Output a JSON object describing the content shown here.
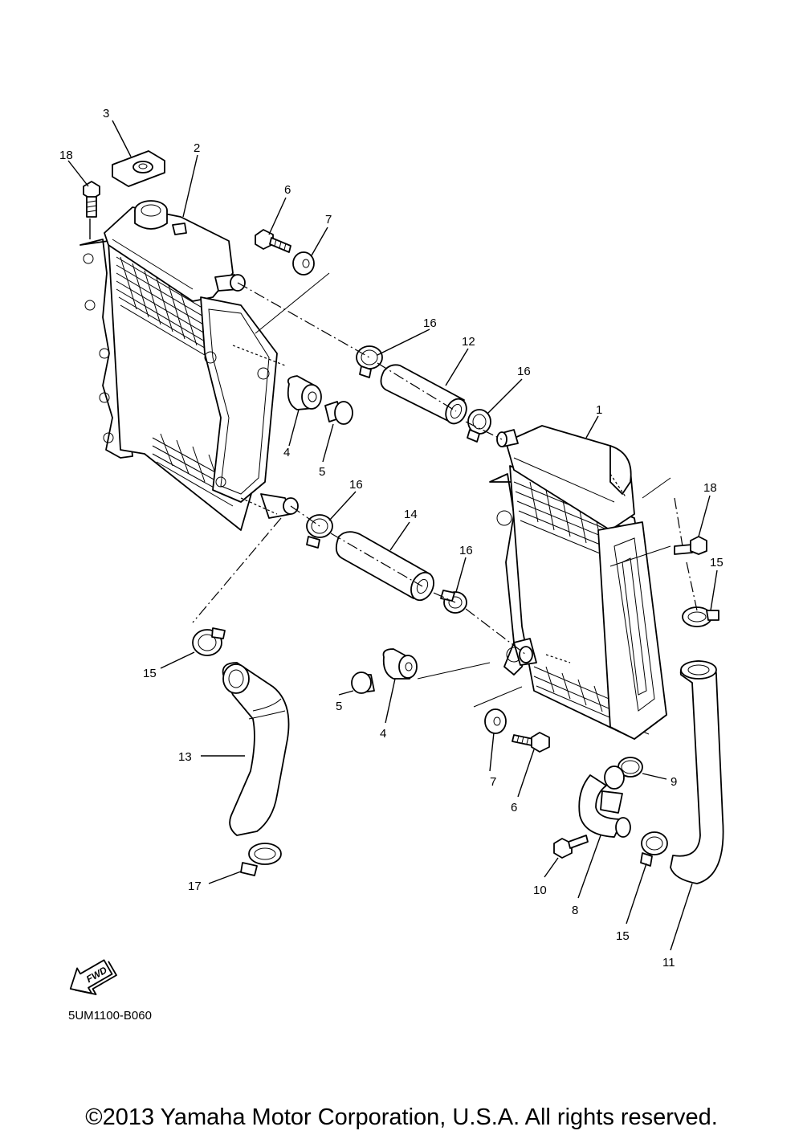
{
  "diagram": {
    "code": "5UM1100-B060",
    "direction_badge": "FWD",
    "copyright": "©2013 Yamaha Motor Corporation, U.S.A. All rights reserved.",
    "callouts": [
      {
        "id": "c1",
        "text": "1"
      },
      {
        "id": "c2",
        "text": "2"
      },
      {
        "id": "c3",
        "text": "3"
      },
      {
        "id": "c4a",
        "text": "4"
      },
      {
        "id": "c4b",
        "text": "4"
      },
      {
        "id": "c5a",
        "text": "5"
      },
      {
        "id": "c5b",
        "text": "5"
      },
      {
        "id": "c6a",
        "text": "6"
      },
      {
        "id": "c6b",
        "text": "6"
      },
      {
        "id": "c7a",
        "text": "7"
      },
      {
        "id": "c7b",
        "text": "7"
      },
      {
        "id": "c8",
        "text": "8"
      },
      {
        "id": "c9",
        "text": "9"
      },
      {
        "id": "c10",
        "text": "10"
      },
      {
        "id": "c11",
        "text": "11"
      },
      {
        "id": "c12",
        "text": "12"
      },
      {
        "id": "c13",
        "text": "13"
      },
      {
        "id": "c14",
        "text": "14"
      },
      {
        "id": "c15a",
        "text": "15"
      },
      {
        "id": "c15b",
        "text": "15"
      },
      {
        "id": "c15c",
        "text": "15"
      },
      {
        "id": "c16a",
        "text": "16"
      },
      {
        "id": "c16b",
        "text": "16"
      },
      {
        "id": "c16c",
        "text": "16"
      },
      {
        "id": "c16d",
        "text": "16"
      },
      {
        "id": "c17",
        "text": "17"
      },
      {
        "id": "c18a",
        "text": "18"
      },
      {
        "id": "c18b",
        "text": "18"
      }
    ]
  }
}
